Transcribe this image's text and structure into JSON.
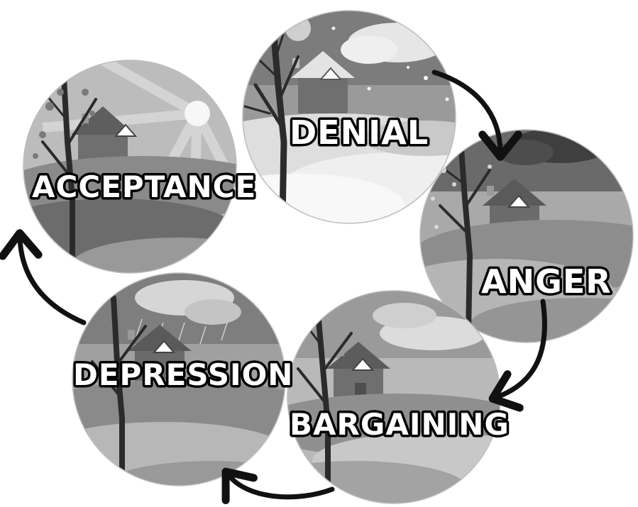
{
  "diagram": {
    "stages": [
      {
        "id": "denial",
        "label": "DENIAL"
      },
      {
        "id": "anger",
        "label": "ANGER"
      },
      {
        "id": "bargaining",
        "label": "BARGAINING"
      },
      {
        "id": "depression",
        "label": "DEPRESSION"
      },
      {
        "id": "acceptance",
        "label": "ACCEPTANCE"
      }
    ],
    "flow": [
      "denial",
      "anger",
      "bargaining",
      "depression",
      "acceptance"
    ],
    "colors": {
      "arrow": "#111111",
      "label_fill": "#ffffff",
      "label_outline": "#000000",
      "sky_light": "#d9d9d9",
      "sky_mid": "#a8a8a8",
      "hill_dark": "#5e5e5e",
      "hill_mid": "#8a8a8a",
      "trunk": "#2b2b2b"
    },
    "icons": [
      "tree-icon",
      "house-icon",
      "cloud-icon",
      "sun-icon",
      "rain-icon",
      "snow-icon"
    ]
  }
}
